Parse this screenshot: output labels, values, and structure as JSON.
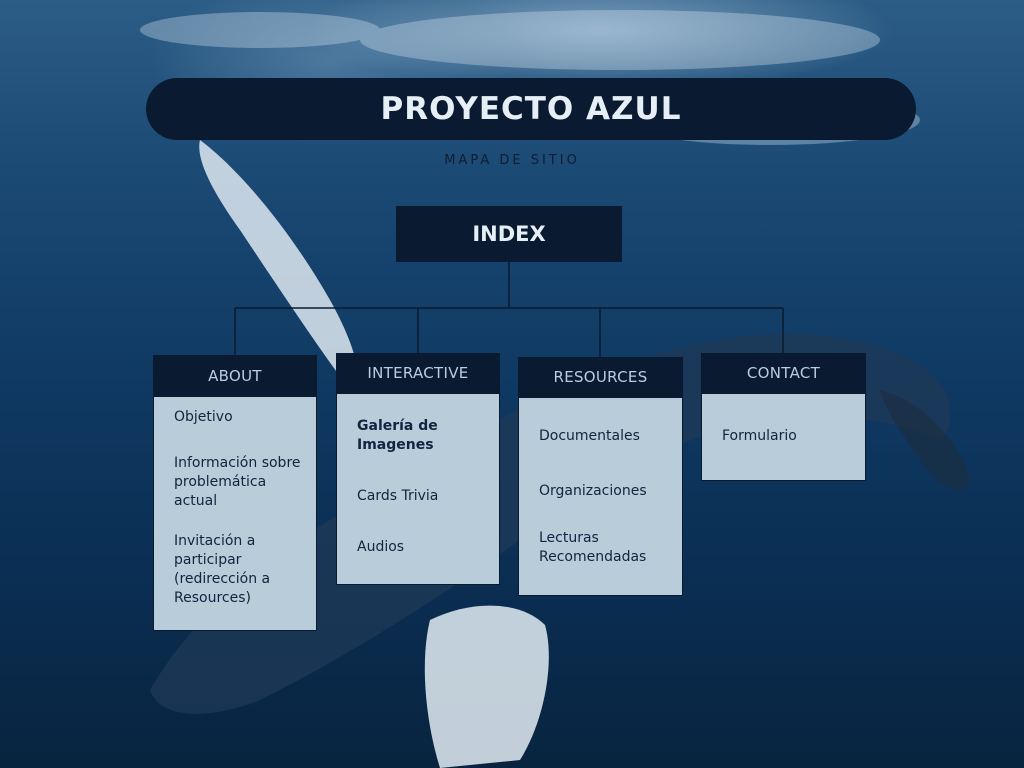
{
  "header": {
    "title": "PROYECTO AZUL",
    "subtitle": "MAPA DE SITIO"
  },
  "root": {
    "label": "INDEX"
  },
  "sections": [
    {
      "label": "ABOUT",
      "items": [
        "Objetivo",
        "Información sobre problemática actual",
        "Invitación a participar (redirección a Resources)"
      ]
    },
    {
      "label": "INTERACTIVE",
      "items": [
        "Galería de Imagenes",
        "Cards Trivia",
        "Audios"
      ]
    },
    {
      "label": "RESOURCES",
      "items": [
        "Documentales",
        "Organizaciones",
        "Lecturas Recomendadas"
      ]
    },
    {
      "label": "CONTACT",
      "items": [
        "Formulario"
      ]
    }
  ],
  "colors": {
    "dark_navy": "#0a1a30",
    "panel_light_blue": "#b8ccd9",
    "header_text": "#b9cee2",
    "title_text": "#e6eef6"
  }
}
